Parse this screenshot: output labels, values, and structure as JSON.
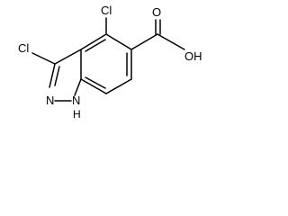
{
  "molecule": {
    "atoms": {
      "cl_top": "Cl",
      "cl_left": "Cl",
      "nitrogen": "N",
      "nh": "N",
      "h": "H",
      "o_carbonyl": "O",
      "oh": "OH"
    }
  }
}
